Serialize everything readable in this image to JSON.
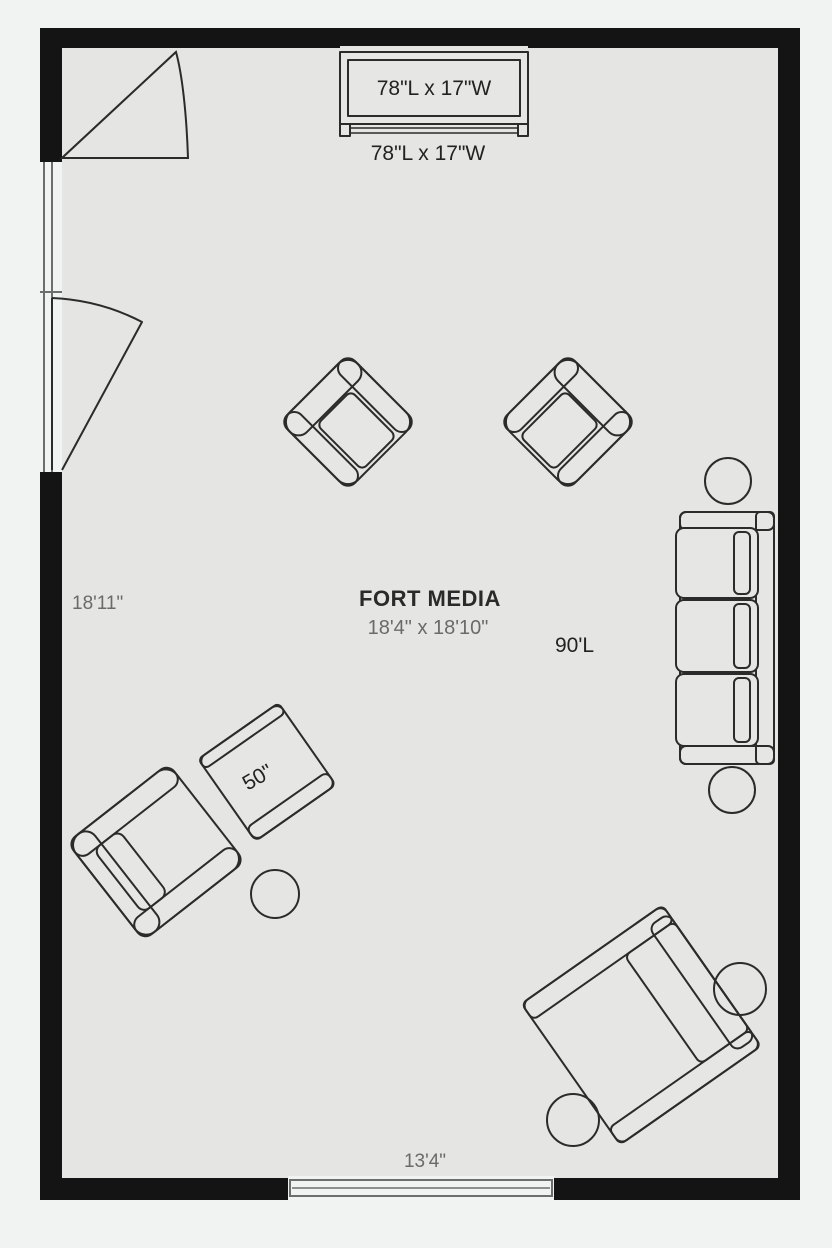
{
  "room": {
    "name": "FORT MEDIA",
    "dimensions": "18'4\" x 18'10\""
  },
  "labels": {
    "console_inner": "78\"L x 17\"W",
    "console_outer": "78\"L x 17\"W",
    "left_wall_dimension": "18'11\"",
    "sofa_length": "90'L",
    "ottoman_size": "50\"",
    "bottom_wall_dimension": "13'4\""
  },
  "colors": {
    "wall": "#141414",
    "floor": "#e5e5e3",
    "background": "#f1f2f2",
    "line": "#2b2b2b"
  }
}
